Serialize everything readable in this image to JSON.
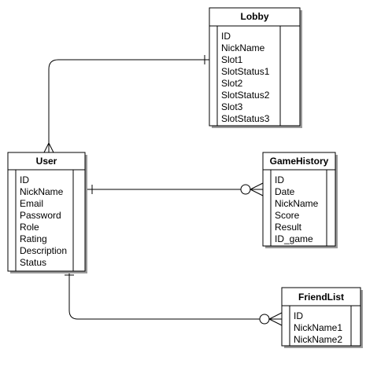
{
  "entities": {
    "lobby": {
      "title": "Lobby",
      "fields": [
        "ID",
        "NickName",
        "Slot1",
        "SlotStatus1",
        "Slot2",
        "SlotStatus2",
        "Slot3",
        "SlotStatus3"
      ]
    },
    "user": {
      "title": "User",
      "fields": [
        "ID",
        "NickName",
        "Email",
        "Password",
        "Role",
        "Rating",
        "Description",
        "Status"
      ]
    },
    "game_history": {
      "title": "GameHistory",
      "fields": [
        "ID",
        "Date",
        "NickName",
        "Score",
        "Result",
        "ID_game"
      ]
    },
    "friend_list": {
      "title": "FriendList",
      "fields": [
        "ID",
        "NickName1",
        "NickName2"
      ]
    }
  },
  "relationships": [
    {
      "from": "lobby",
      "to": "user",
      "from_end": "one",
      "to_end": "many"
    },
    {
      "from": "user",
      "to": "game_history",
      "from_end": "one",
      "to_end": "zero-or-many"
    },
    {
      "from": "user",
      "to": "friend_list",
      "from_end": "one",
      "to_end": "zero-or-many"
    }
  ]
}
